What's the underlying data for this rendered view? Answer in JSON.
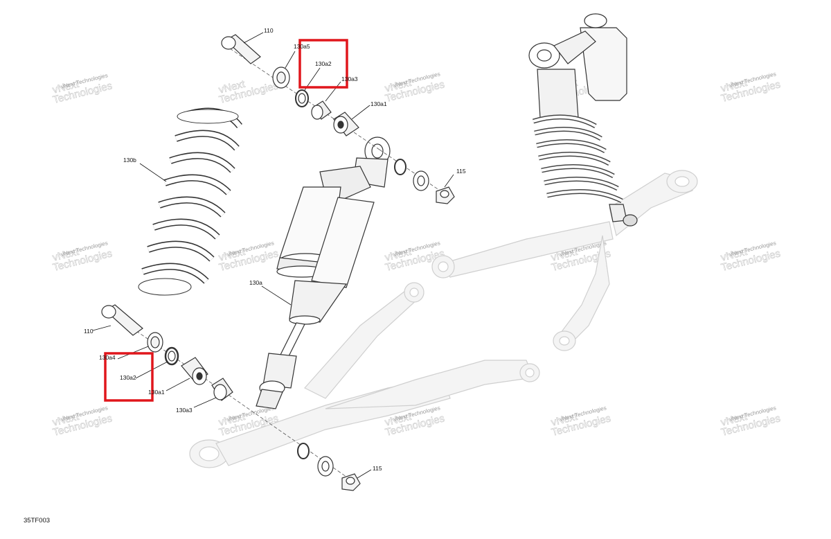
{
  "diagram": {
    "drawing_code": "35TF003",
    "watermark": {
      "line1": "vNext",
      "line2": "Technologies",
      "inline": "vNext Technologies"
    },
    "callouts": {
      "top_110": "110",
      "top_130a5": "130a5",
      "top_130a2": "130a2",
      "top_130a3": "130a3",
      "top_130a1": "130a1",
      "top_115": "115",
      "spring_130b": "130b",
      "shock_130a": "130a",
      "bottom_110": "110",
      "bottom_130a4": "130a4",
      "bottom_130a2": "130a2",
      "bottom_130a1": "130a1",
      "bottom_130a3": "130a3",
      "bottom_115": "115"
    },
    "highlight_color": "#e0161c"
  }
}
